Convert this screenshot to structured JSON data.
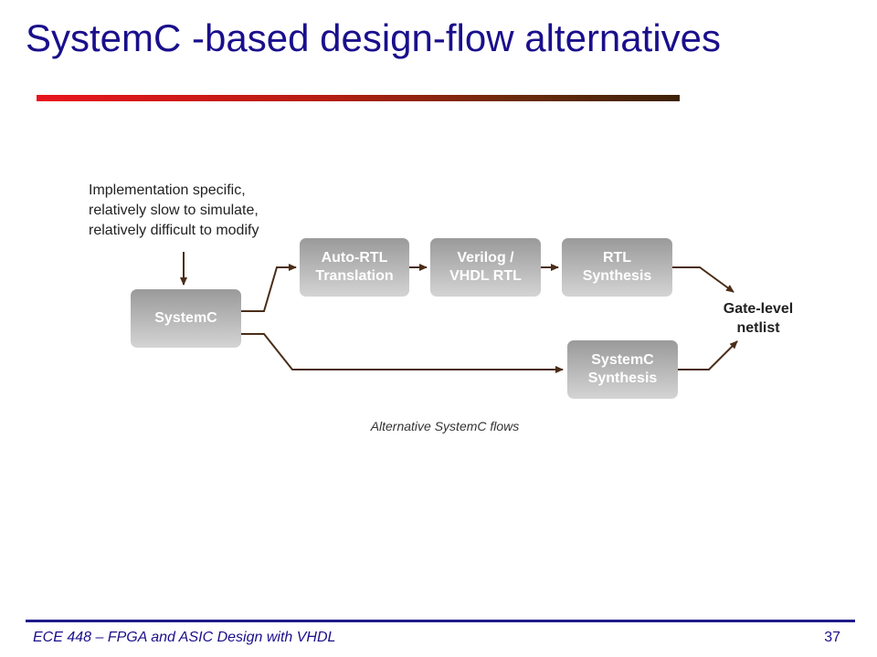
{
  "slide": {
    "title": "SystemC -based design-flow alternatives",
    "annotation": "Implementation specific,\nrelatively slow to simulate,\nrelatively difficult to modify",
    "caption": "Alternative SystemC flows"
  },
  "diagram": {
    "nodes": {
      "systemc": "SystemC",
      "auto_rtl": "Auto-RTL\nTranslation",
      "verilog_vhdl": "Verilog /\nVHDL RTL",
      "rtl_synthesis": "RTL\nSynthesis",
      "systemc_synthesis": "SystemC\nSynthesis",
      "gate_level": "Gate-level\nnetlist"
    },
    "colors": {
      "wire": "#4a2d18",
      "title": "#1a0f8c"
    }
  },
  "footer": {
    "course": "ECE 448 – FPGA and ASIC Design with VHDL",
    "page": "37"
  }
}
